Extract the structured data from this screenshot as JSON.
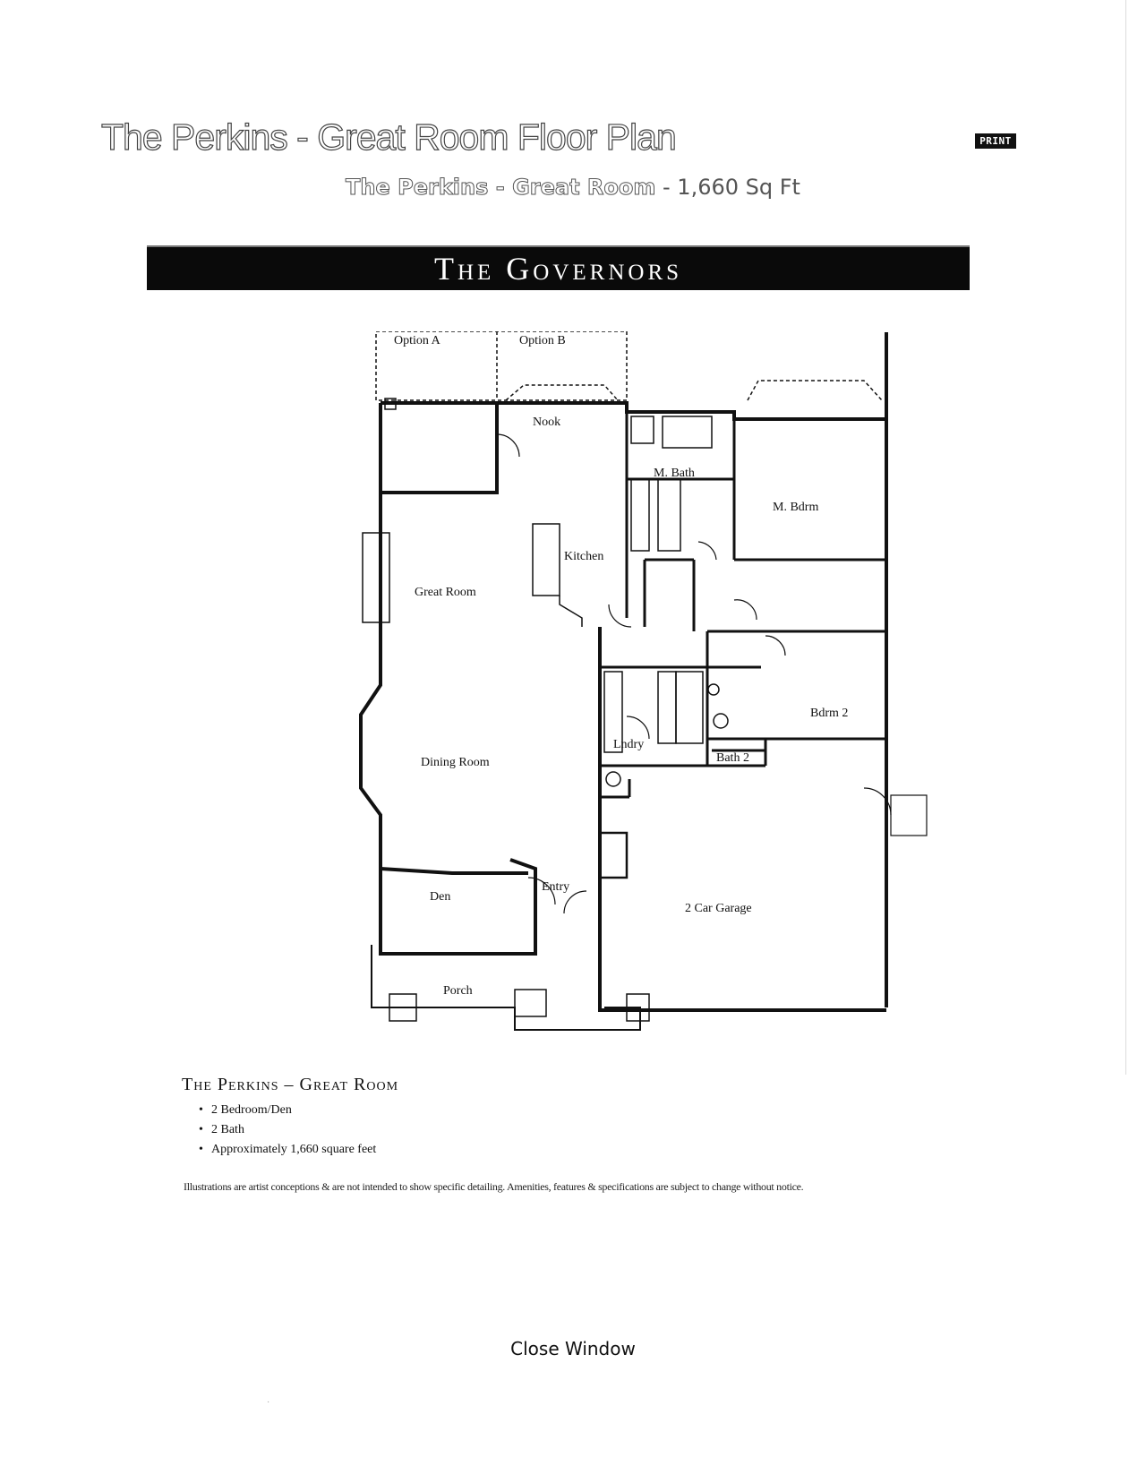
{
  "page": {
    "title": "The Perkins - Great Room Floor Plan",
    "print_label": "PRINT",
    "subtitle_bold": "The Perkins - Great Room",
    "subtitle_rest": " - 1,660 Sq Ft",
    "banner": "The Governors",
    "close_label": "Close Window"
  },
  "plan": {
    "rooms": {
      "option_a": "Option A",
      "option_b": "Option B",
      "nook": "Nook",
      "m_bath": "M. Bath",
      "m_bdrm": "M. Bdrm",
      "kitchen": "Kitchen",
      "great_room": "Great Room",
      "dining_room": "Dining Room",
      "lndry": "Lndry",
      "bdrm2": "Bdrm 2",
      "bath2": "Bath 2",
      "den": "Den",
      "entry": "Entry",
      "garage": "2 Car Garage",
      "porch": "Porch"
    }
  },
  "specs": {
    "title": "The Perkins – Great Room",
    "items": [
      "2 Bedroom/Den",
      "2 Bath",
      "Approximately 1,660 square feet"
    ]
  },
  "disclaimer": "Illustrations are artist conceptions & are not intended to show specific detailing. Amenities, features & specifications are subject to change without notice."
}
